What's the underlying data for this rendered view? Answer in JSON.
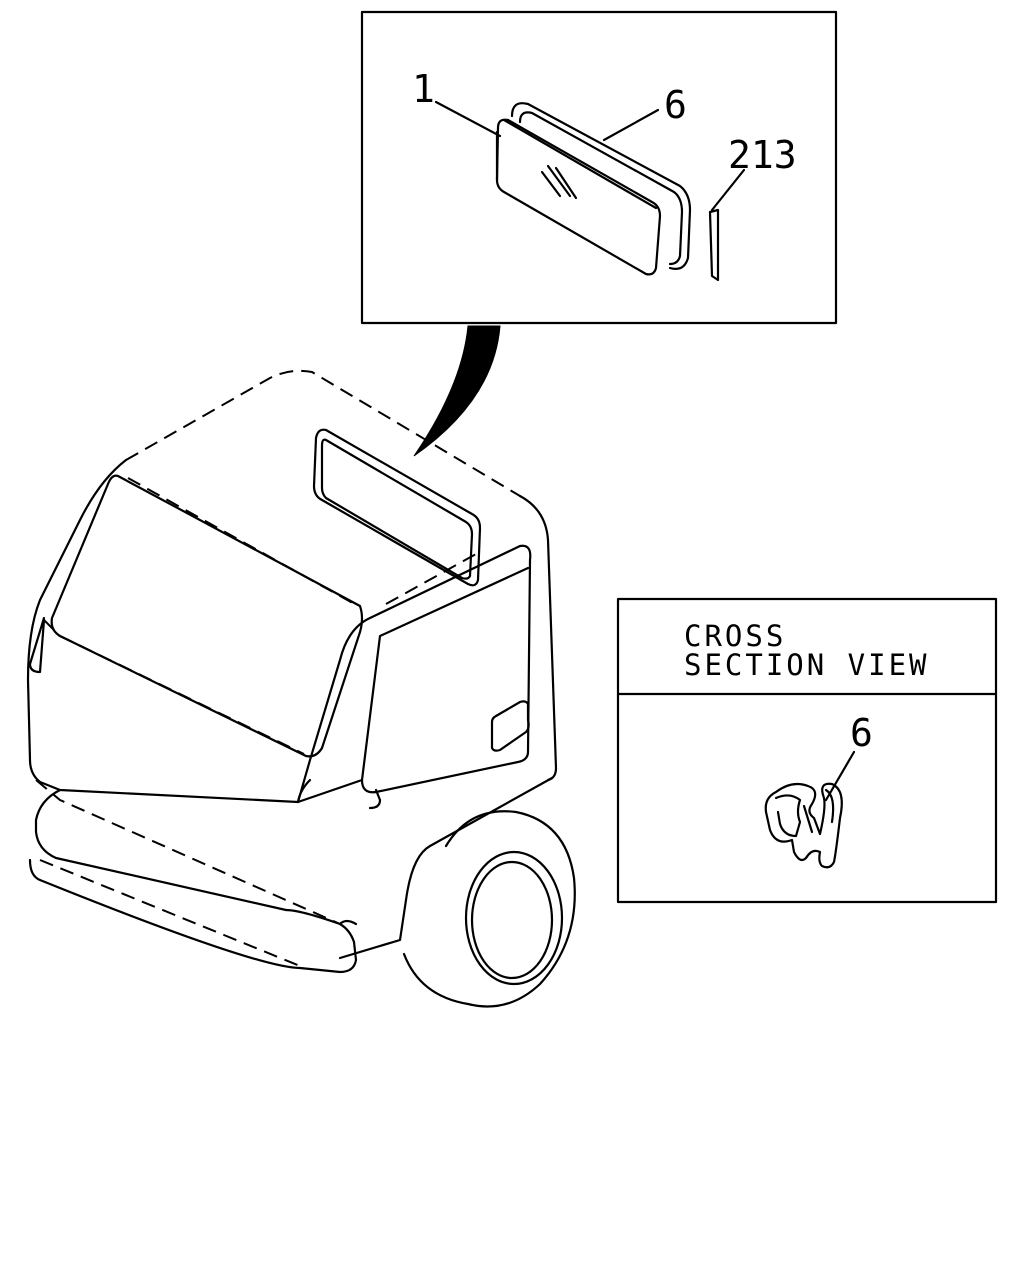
{
  "callouts": {
    "part_1": "1",
    "part_6": "6",
    "part_213": "213",
    "section_part_6": "6"
  },
  "cross_section": {
    "title_line1": "CROSS",
    "title_line2": "SECTION VIEW"
  }
}
